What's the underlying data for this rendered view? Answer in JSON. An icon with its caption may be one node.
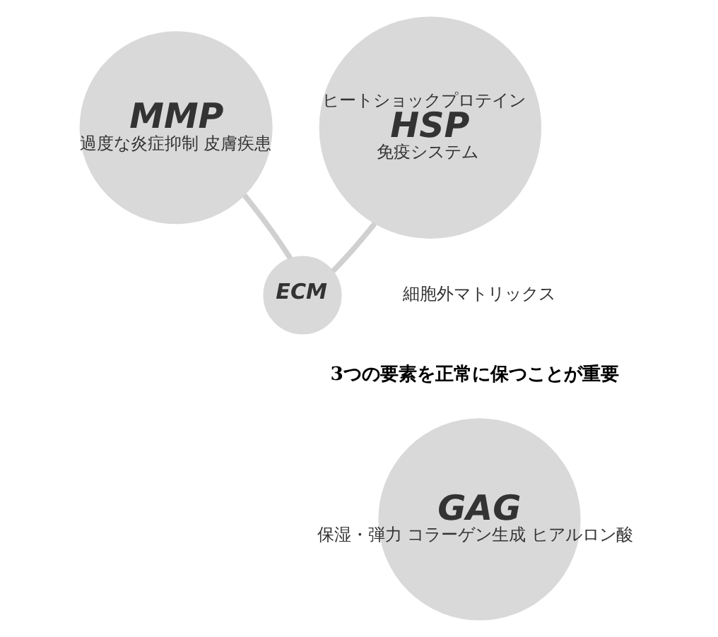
{
  "diagram": {
    "nodes": [
      {
        "text": [
          "MMP",
          "過度な炎症抑制 皮膚疾患"
        ]
      },
      {
        "text": [
          "ヒートショックプロテイン",
          "HSP",
          "免疫システム"
        ]
      },
      {
        "text": [
          "ECM"
        ],
        "beside": [
          "細胞外マトリックス"
        ]
      },
      {
        "text": [
          "GAG",
          "保湿・弾力 コラーゲン生成 ヒアルロン酸"
        ]
      }
    ],
    "edges": [
      {
        "from": 2,
        "to": 0,
        "arrow": "none"
      },
      {
        "from": 2,
        "to": 1,
        "arrow": "none"
      }
    ],
    "labels": [
      "3つの要素を正常に保つことが重要"
    ]
  }
}
